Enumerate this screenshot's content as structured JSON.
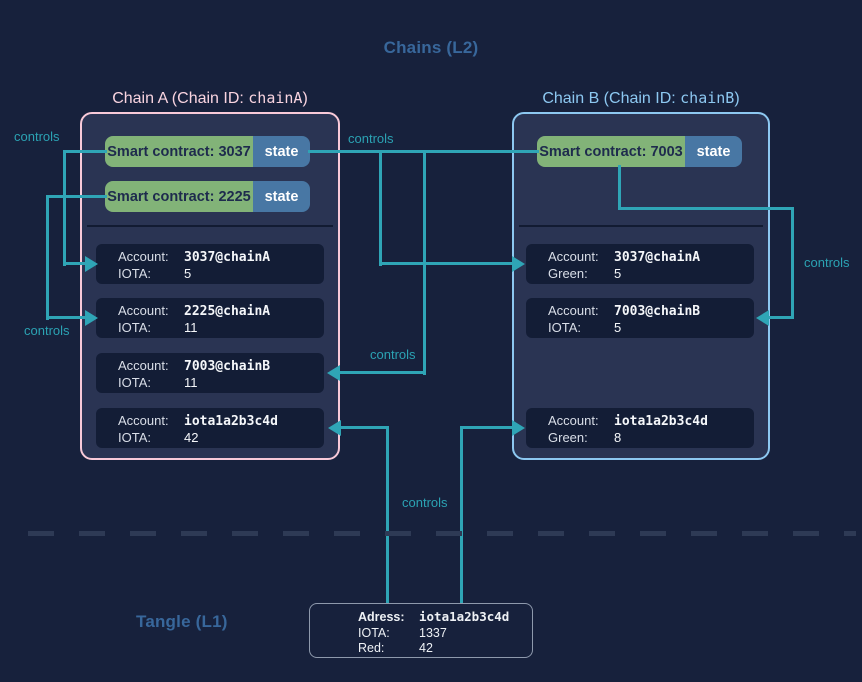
{
  "titles": {
    "l2": "Chains (L2)",
    "l1": "Tangle (L1)"
  },
  "controls_label": "controls",
  "chain_a": {
    "name": "Chain A (Chain ID: ",
    "id_mono": "chainA",
    "close": ")",
    "contracts": [
      {
        "label": "Smart contract: 3037",
        "state": "state"
      },
      {
        "label": "Smart contract: 2225",
        "state": "state"
      }
    ],
    "accounts": [
      {
        "l1": "Account:",
        "v1": "3037@chainA",
        "l2": "IOTA:",
        "v2": "5"
      },
      {
        "l1": "Account:",
        "v1": "2225@chainA",
        "l2": "IOTA:",
        "v2": "11"
      },
      {
        "l1": "Account:",
        "v1": "7003@chainB",
        "l2": "IOTA:",
        "v2": "11"
      },
      {
        "l1": "Account:",
        "v1": "iota1a2b3c4d",
        "l2": "IOTA:",
        "v2": "42"
      }
    ]
  },
  "chain_b": {
    "name": "Chain B (Chain ID: ",
    "id_mono": "chainB",
    "close": ")",
    "contracts": [
      {
        "label": "Smart contract: 7003",
        "state": "state"
      }
    ],
    "accounts": [
      {
        "l1": "Account:",
        "v1": "3037@chainA",
        "l2": "Green:",
        "v2": "5"
      },
      {
        "l1": "Account:",
        "v1": "7003@chainB",
        "l2": "IOTA:",
        "v2": "5"
      },
      {
        "l1": "Account:",
        "v1": "iota1a2b3c4d",
        "l2": "Green:",
        "v2": "8"
      }
    ]
  },
  "l1_box": {
    "rows": [
      {
        "label": "Adress:",
        "value": "iota1a2b3c4d"
      },
      {
        "label": "IOTA:",
        "value": "1337"
      },
      {
        "label": "Red:",
        "value": "42"
      }
    ]
  },
  "colors": {
    "background": "#17213c",
    "chain_fill": "#2a3453",
    "chain_a_border": "#f9cad9",
    "chain_b_border": "#8dc8f1",
    "account_fill": "#131d36",
    "contract_green": "#82b378",
    "state_blue": "#4877a4",
    "connector_teal": "#2fa5b6",
    "heading_blue": "#38679b",
    "dash_gray": "#2e3a55"
  }
}
